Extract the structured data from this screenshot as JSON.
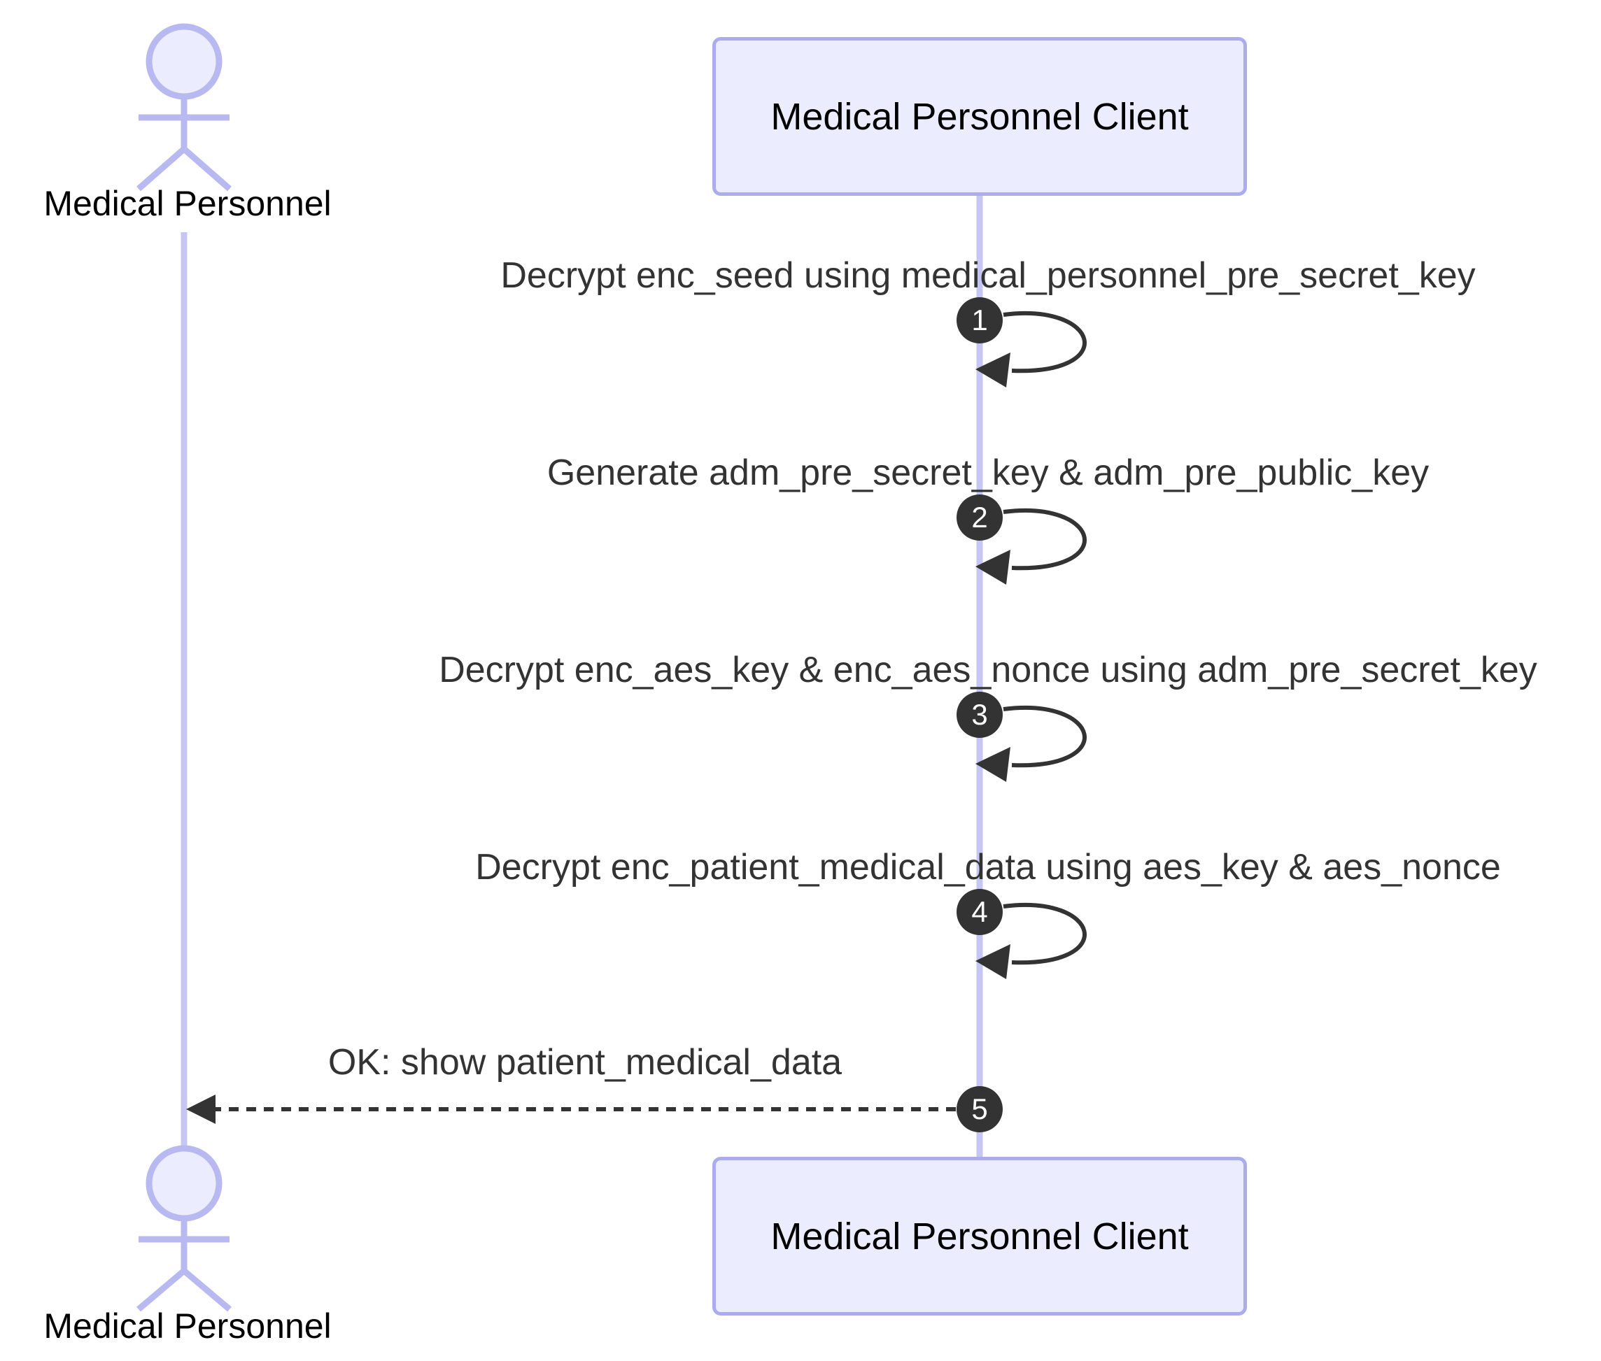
{
  "diagram": {
    "type": "sequence-diagram",
    "actor": {
      "label": "Medical Personnel"
    },
    "participant": {
      "label": "Medical Personnel Client"
    },
    "messages": [
      {
        "num": "1",
        "type": "self-loop",
        "from": "Medical Personnel Client",
        "to": "Medical Personnel Client",
        "text": "Decrypt enc_seed using medical_personnel_pre_secret_key"
      },
      {
        "num": "2",
        "type": "self-loop",
        "from": "Medical Personnel Client",
        "to": "Medical Personnel Client",
        "text": "Generate adm_pre_secret_key & adm_pre_public_key"
      },
      {
        "num": "3",
        "type": "self-loop",
        "from": "Medical Personnel Client",
        "to": "Medical Personnel Client",
        "text": "Decrypt enc_aes_key & enc_aes_nonce using adm_pre_secret_key"
      },
      {
        "num": "4",
        "type": "self-loop",
        "from": "Medical Personnel Client",
        "to": "Medical Personnel Client",
        "text": "Decrypt enc_patient_medical_data using aes_key & aes_nonce"
      },
      {
        "num": "5",
        "type": "dashed-reply",
        "from": "Medical Personnel Client",
        "to": "Medical Personnel",
        "text": "OK: show patient_medical_data"
      }
    ],
    "colors": {
      "actor_fill": "#ECECFF",
      "actor_stroke": "#B9B9F1",
      "lifeline": "#C6C6F2",
      "box_fill": "#ECECFF",
      "box_border": "#ABABEE",
      "message_text": "#333333",
      "signal_stroke": "#333333",
      "number_bg": "#333333",
      "number_text": "#FFFFFF",
      "label_text": "#000000",
      "background": "#FFFFFF"
    }
  }
}
